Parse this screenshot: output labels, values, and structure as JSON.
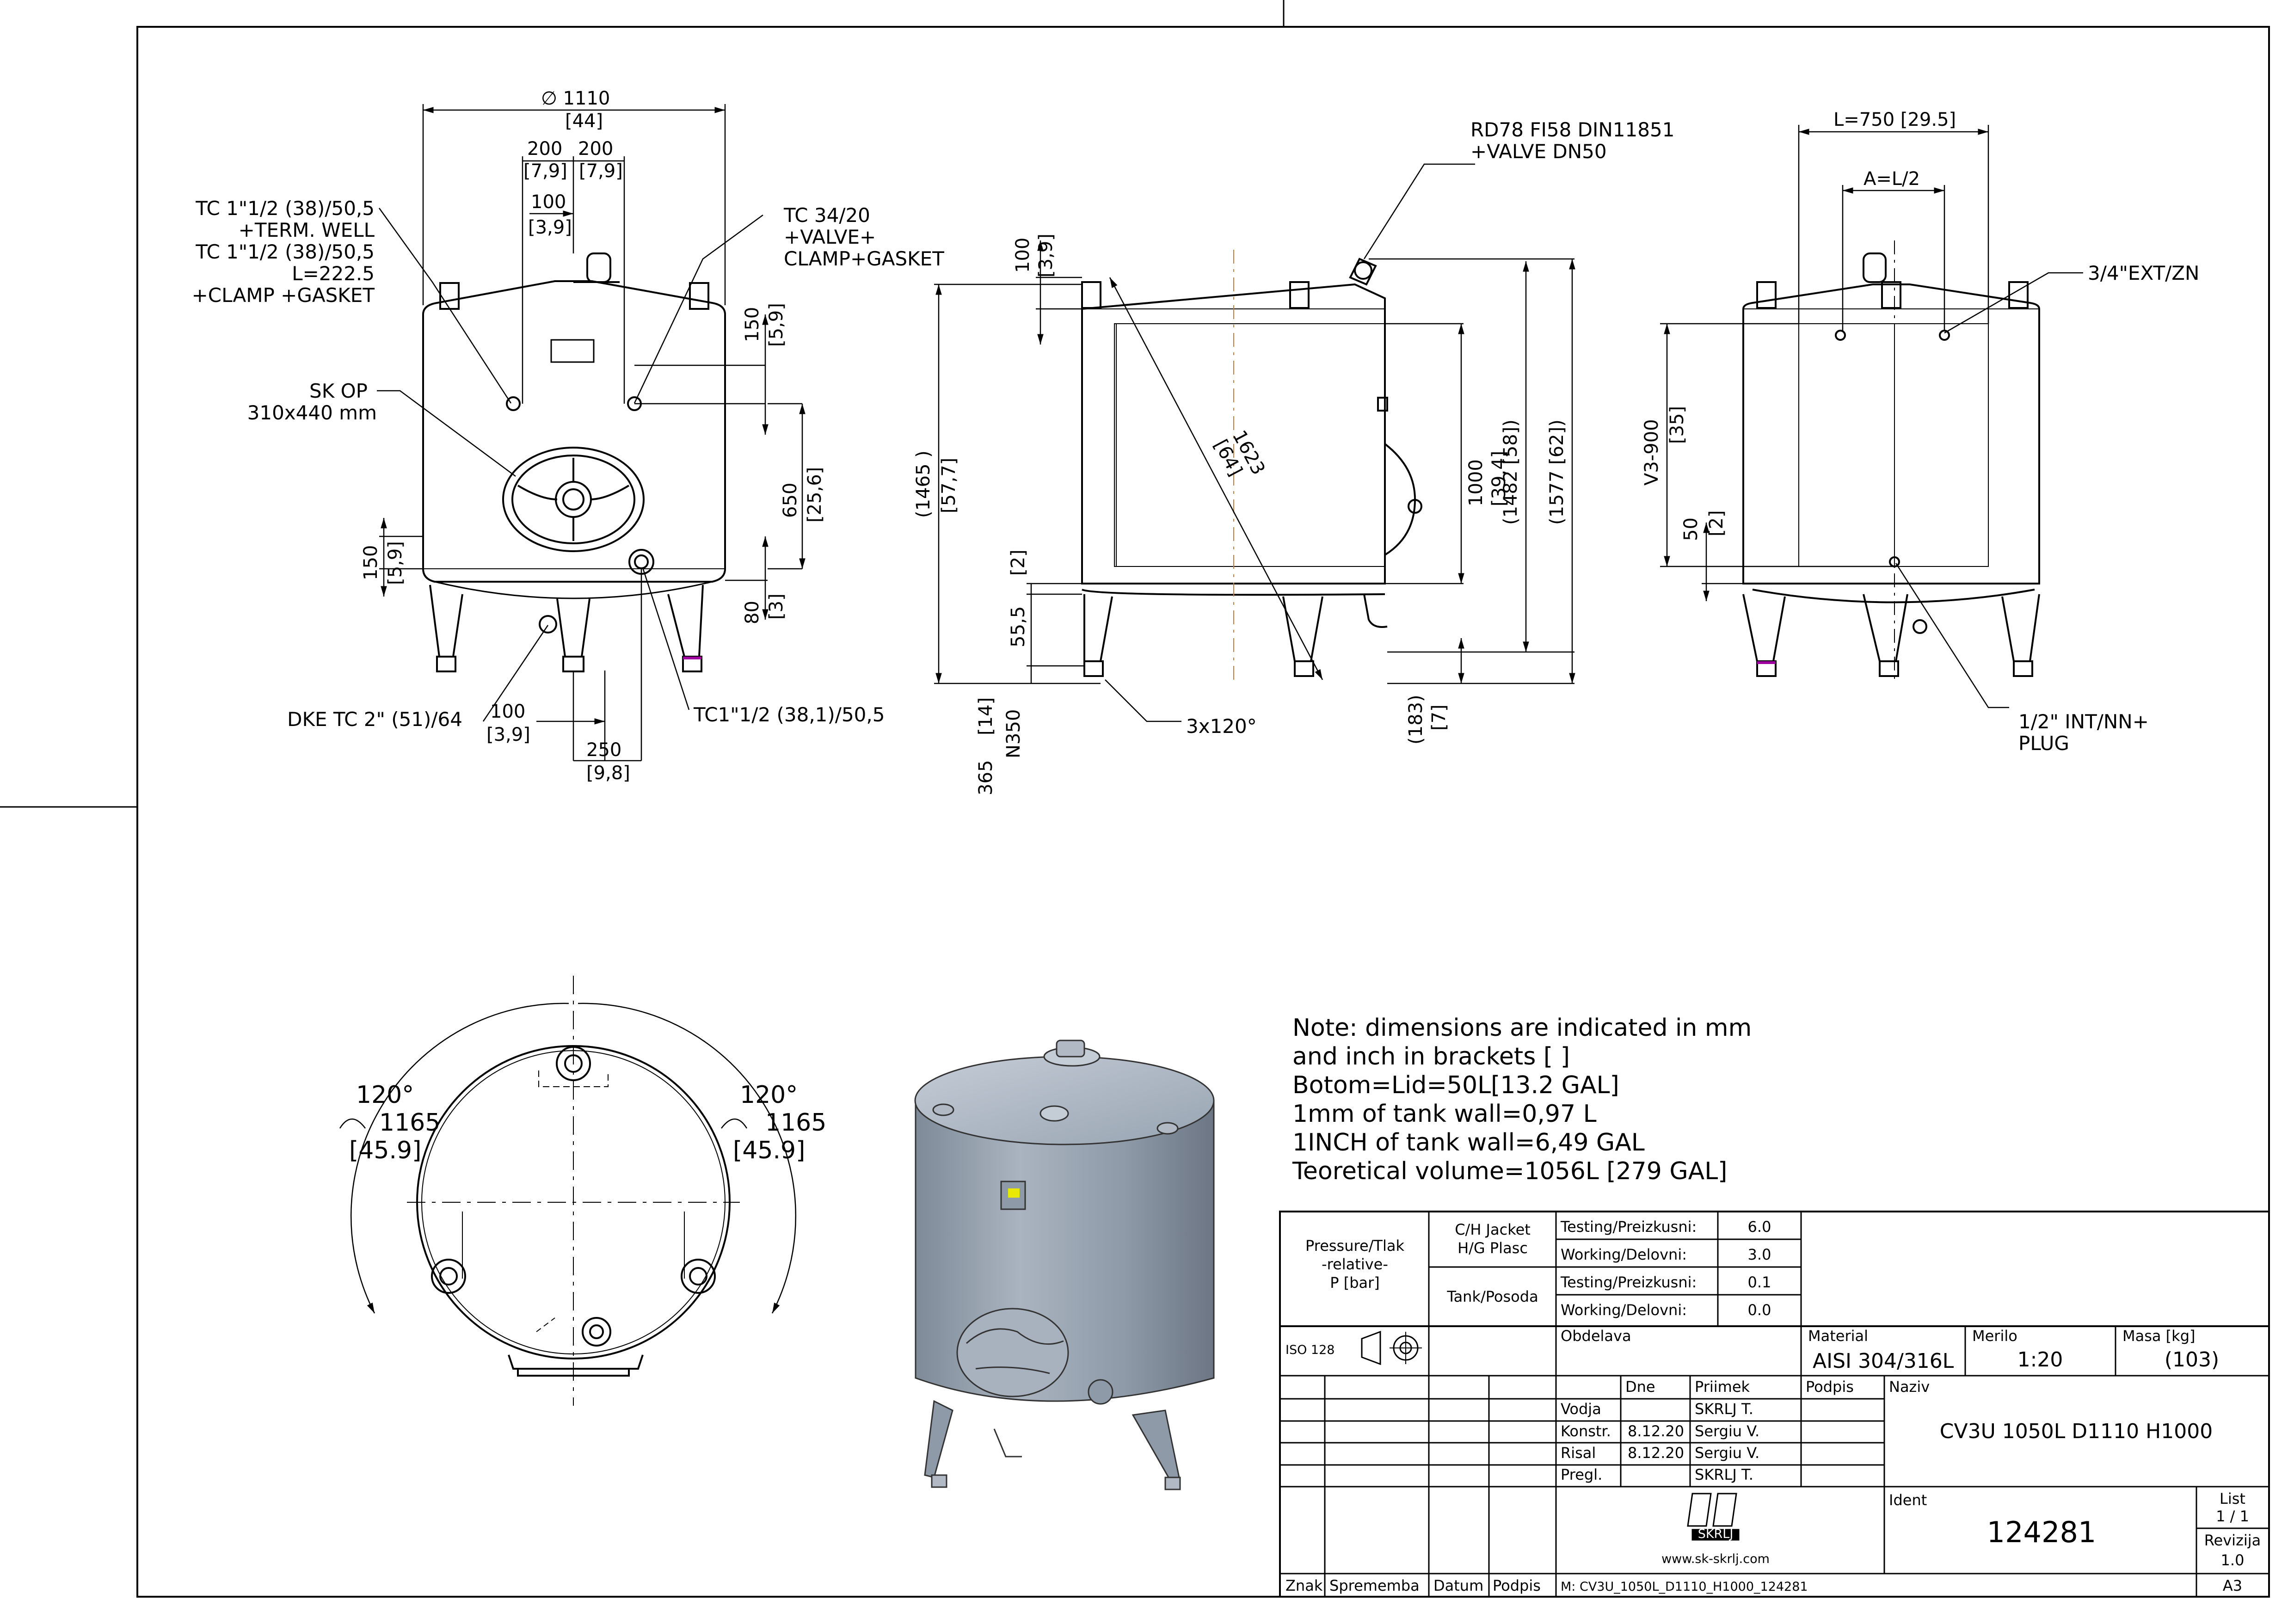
{
  "front_view": {
    "diameter": "∅ 1110",
    "diameter_in": "[44]",
    "left_200": "200",
    "left_200_in": "[7,9]",
    "right_200": "200",
    "right_200_in": "[7,9]",
    "dim_100": "100",
    "dim_100_in": "[3,9]",
    "dim_150_r": "150",
    "dim_150_r_in": "[5,9]",
    "dim_650": "650",
    "dim_650_in": "[25,6]",
    "dim_80": "80",
    "dim_80_in": "[3]",
    "dim_150_l": "150",
    "dim_150_l_in": "[5,9]",
    "dim_100_b": "100",
    "dim_100_b_in": "[3,9]",
    "dim_250": "250",
    "dim_250_in": "[9,8]",
    "callout_tc1": [
      "TC 1\"1/2 (38)/50,5",
      "+TERM. WELL",
      "TC 1\"1/2 (38)/50,5",
      "L=222.5",
      "+CLAMP +GASKET"
    ],
    "callout_tc34": [
      "TC 34/20",
      "+VALVE+",
      "CLAMP+GASKET"
    ],
    "callout_sk": [
      "SK OP",
      "310x440 mm"
    ],
    "callout_dke": "DKE TC 2\" (51)/64",
    "callout_tc112": "TC1\"1/2 (38,1)/50,5"
  },
  "side_view": {
    "rd78": [
      "RD78 FI58 DIN11851",
      "+VALVE DN50"
    ],
    "dim_100": "100",
    "dim_100_in": "[3,9]",
    "dim_1465": "(1465 )",
    "dim_1465_in": "[57,7]",
    "dim_1623": "1623",
    "dim_1623_in": "[64]",
    "dim_1000": "1000",
    "dim_1000_in": "[39,4]",
    "dim_1482": "(1482 [58])",
    "dim_1577": "(1577 [62])",
    "dim_2": "[2]",
    "dim_555": "55,5",
    "dim_365": "365",
    "dim_365_in": "[14]",
    "dim_n350": "N350",
    "dim_183": "(183)",
    "dim_183_in": "[7]",
    "callout_3x120": "3x120°"
  },
  "right_view": {
    "dim_l": "L=750 [29.5]",
    "dim_a": "A=L/2",
    "dim_v3": "V3-900",
    "dim_v3_in": "[35]",
    "dim_50": "50",
    "dim_50_in": "[2]",
    "callout_ext": "3/4\"EXT/ZN",
    "callout_plug": [
      "1/2\" INT/NN+",
      "PLUG"
    ]
  },
  "top_view": {
    "angle_l": "120°",
    "dim_l": "1165",
    "dim_l_in": "[45.9]",
    "angle_r": "120°",
    "dim_r": "1165",
    "dim_r_in": "[45.9]"
  },
  "notes": [
    "Note: dimensions are indicated in mm",
    "and inch in brackets [ ]",
    "Botom=Lid=50L[13.2 GAL]",
    "1mm of tank wall=0,97 L",
    "1INCH of tank wall=6,49 GAL",
    "Teoretical volume=1056L [279 GAL]"
  ],
  "title_block": {
    "pressure_label": [
      "Pressure/Tlak",
      "-relative-",
      "P [bar]"
    ],
    "jacket_label": [
      "C/H Jacket",
      "H/G Plasc"
    ],
    "tank_label": "Tank/Posoda",
    "pressure_rows": [
      {
        "label": "Testing/Preizkusni:",
        "value": "6.0"
      },
      {
        "label": "Working/Delovni:",
        "value": "3.0"
      },
      {
        "label": "Testing/Preizkusni:",
        "value": "0.1"
      },
      {
        "label": "Working/Delovni:",
        "value": "0.0"
      }
    ],
    "iso": "ISO 128",
    "obdelava": "Obdelava",
    "material_label": "Material",
    "material_value": "AISI 304/316L",
    "merilo_label": "Merilo",
    "merilo_value": "1:20",
    "masa_label": "Masa [kg]",
    "masa_value": "(103)",
    "col_dne": "Dne",
    "col_priimek": "Priimek",
    "col_podpis": "Podpis",
    "naziv_label": "Naziv",
    "naziv_value": "CV3U 1050L D1110 H1000",
    "sign_rows": [
      {
        "role": "Vodja",
        "date": "",
        "name": "SKRLJ T."
      },
      {
        "role": "Konstr.",
        "date": "8.12.20",
        "name": "Sergiu V."
      },
      {
        "role": "Risal",
        "date": "8.12.20",
        "name": "Sergiu V."
      },
      {
        "role": "Pregl.",
        "date": "",
        "name": "SKRLJ T."
      }
    ],
    "logo_text": "SKRLJ",
    "website": "www.sk-skrlj.com",
    "ident_label": "Ident",
    "ident_value": "124281",
    "list_label": "List",
    "list_value": "1 / 1",
    "revizija_label": "Revizija",
    "revizija_value": "1.0",
    "format": "A3",
    "footer": {
      "znak": "Znak",
      "sprememba": "Sprememba",
      "datum": "Datum",
      "podpis": "Podpis"
    },
    "model_file": "M: CV3U_1050L_D1110_H1000_124281"
  },
  "colors": {
    "line": "#000000",
    "render_body": "#8e9aa8",
    "render_light": "#c4ccd6",
    "accent": "#a000a0",
    "label_yellow": "#e8e800"
  }
}
